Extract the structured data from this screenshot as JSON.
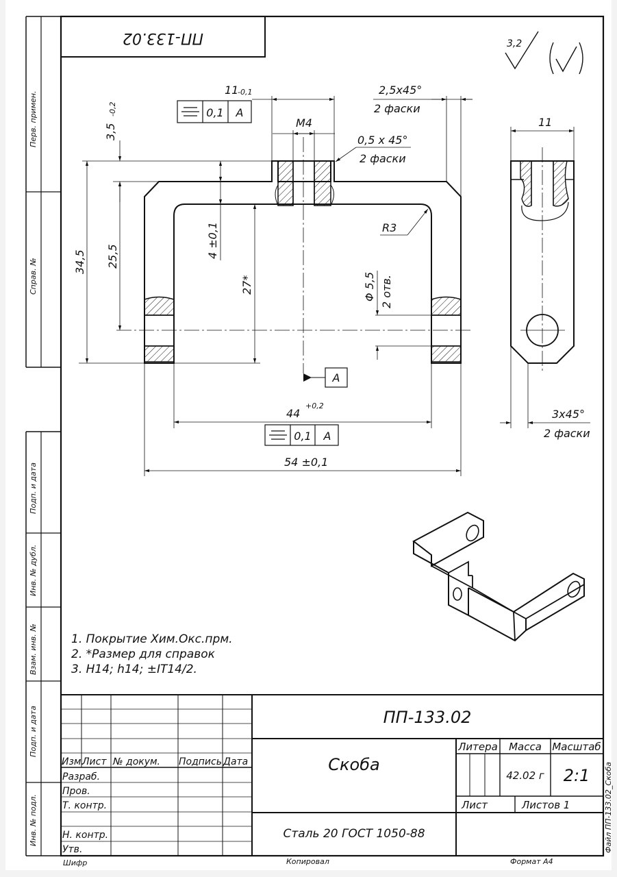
{
  "drawing": {
    "code_top_flipped": "ПП-133.02",
    "roughness_value": "3,2",
    "dims": {
      "d11": "11",
      "d11_tol": "-0,1",
      "d35": "3,5",
      "d35_tol": "-0,2",
      "m4": "M4",
      "chamfer25": "2,5x45°",
      "chamfer25_note": "2 фаски",
      "chamfer05": "0,5 x 45°",
      "chamfer05_note": "2 фаски",
      "d345": "34,5",
      "d255": "25,5",
      "d4": "4 ±0,1",
      "d27": "27*",
      "r3": "R3",
      "hole": "Φ 5,5",
      "hole_note": "2 отв.",
      "d44": "44",
      "d44_tol": "+0,2",
      "d54": "54 ±0,1",
      "side11": "11",
      "chamfer3": "3x45°",
      "chamfer3_note": "2 фаски"
    },
    "tol_frame_top": {
      "value": "0,1",
      "datum": "A"
    },
    "tol_frame_bottom": {
      "value": "0,1",
      "datum": "A"
    },
    "datum_label": "A"
  },
  "notes": [
    "1.  Покрытие Хим.Окс.прм.",
    "2.  *Размер для справок",
    "3.  H14; h14; ±IT14/2."
  ],
  "left_strip": {
    "perv_primen": "Перв. примен.",
    "sprav_no": "Справ. №",
    "podp_data_1": "Подп. и дата",
    "inv_dubl": "Инв. № дубл.",
    "vzam_inv": "Взам. инв. №",
    "podp_data_2": "Подп. и дата",
    "inv_podl": "Инв. № подл."
  },
  "title_block": {
    "designation": "ПП-133.02",
    "name": "Скоба",
    "material": "Сталь 20 ГОСТ 1050-88",
    "col_izm": "Изм.",
    "col_list": "Лист",
    "col_doc": "№ докум.",
    "col_sign": "Подпись",
    "col_date": "Дата",
    "row_razrab": "Разраб.",
    "row_prov": "Пров.",
    "row_tkontr": "Т. контр.",
    "row_nkontr": "Н. контр.",
    "row_utv": "Утв.",
    "litera_label": "Литера",
    "mass_label": "Масса",
    "scale_label": "Масштаб",
    "mass_value": "42.02 г",
    "scale_value": "2:1",
    "sheet_label": "Лист",
    "sheets_label": "Листов 1"
  },
  "footer": {
    "shifr": "Шифр",
    "kopiroval": "Копировал",
    "format": "Формат А4",
    "file": "Файл ПП-133.02_Скоба"
  }
}
